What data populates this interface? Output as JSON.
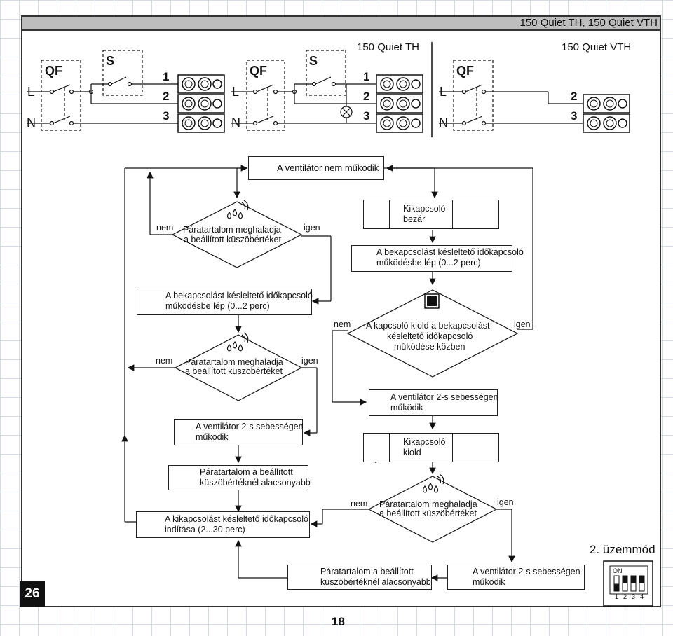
{
  "header": {
    "title": "150 Quiet TH, 150 Quiet VTH"
  },
  "wiring": {
    "label_150_th": "150 Quiet TH",
    "label_150_vth": "150 Quiet VTH",
    "qf": "QF",
    "s": "S",
    "l": "L",
    "n": "N",
    "t1": "1",
    "t2": "2",
    "t3": "3"
  },
  "flow": {
    "start": "A ventilátor nem működik",
    "humidity_exceeds_1": "Páratartalom meghaladja",
    "threshold_line": "a beállított küszöbértéket",
    "no": "nem",
    "yes": "igen",
    "switch_on_1": "Kikapcsoló",
    "switch_on_2": "bezár",
    "delay_on_1": "A bekapcsolást késleltető időkapcsoló",
    "delay_on_2": "működésbe lép (0...2 perc)",
    "switch_off_during_1": "A kapcsoló kiold a bekapcsolást",
    "switch_off_during_2": "késleltető időkapcsoló",
    "switch_off_during_3": "működése közben",
    "speed2_1": "A ventilátor 2-s sebességen",
    "speed2_2": "működik",
    "switch_off_1": "Kikapcsoló",
    "switch_off_2": "kiold",
    "humidity_below_1": "Páratartalom a beállított",
    "humidity_below_2": "küszöbértéknél alacsonyabb",
    "delay_off_1": "A kikapcsolást késleltető időkapcsoló",
    "delay_off_2": "indítása (2...30 perc)"
  },
  "mode": {
    "title": "2. üzemmód",
    "on": "ON",
    "dip1": "1",
    "dip2": "2",
    "dip3": "3",
    "dip4": "4"
  },
  "footer": {
    "page_number": "18",
    "section_number": "26"
  },
  "colors": {
    "grid": "#d4dbe3",
    "header_bar": "#bdbdbd",
    "lamp_on": "#f2d24a",
    "fan_icon": "#c8c8c8"
  },
  "icons": [
    "fan-icon",
    "humidity-icon",
    "timer-icon",
    "switch-icon",
    "lamp-icon",
    "hygrostat-icon",
    "dip-switch-icon"
  ]
}
